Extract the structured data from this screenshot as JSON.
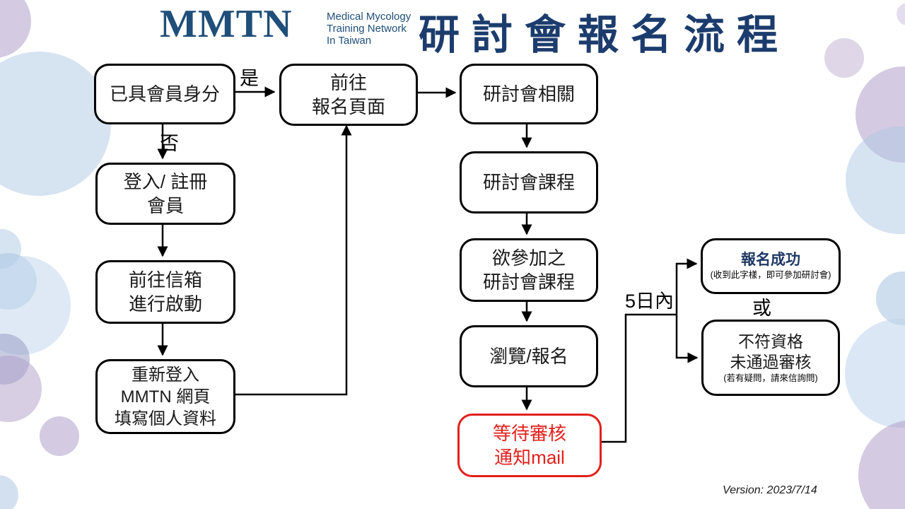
{
  "header": {
    "logo": {
      "acronym": "MMTN",
      "subtitle_lines": [
        "Medical Mycology",
        "Training Network",
        "In Taiwan"
      ]
    },
    "title": "研討會報名流程"
  },
  "flowchart": {
    "nodes": [
      {
        "id": "already-member",
        "lines": [
          "已具會員身分"
        ]
      },
      {
        "id": "login-register",
        "lines": [
          "登入/ 註冊",
          "會員"
        ]
      },
      {
        "id": "activate-mailbox",
        "lines": [
          "前往信箱",
          "進行啟動"
        ]
      },
      {
        "id": "relogin-fill-profile",
        "lines": [
          "重新登入",
          "MMTN 網頁",
          "填寫個人資料"
        ]
      },
      {
        "id": "goto-registration-page",
        "lines": [
          "前往",
          "報名頁面"
        ]
      },
      {
        "id": "seminar-related",
        "lines": [
          "研討會相關"
        ]
      },
      {
        "id": "seminar-courses",
        "lines": [
          "研討會課程"
        ]
      },
      {
        "id": "desired-seminar-courses",
        "lines": [
          "欲參加之",
          "研討會課程"
        ]
      },
      {
        "id": "browse-register",
        "lines": [
          "瀏覽/報名"
        ]
      },
      {
        "id": "wait-review-mail",
        "lines": [
          "等待審核",
          "通知mail"
        ]
      },
      {
        "id": "registration-success",
        "title": "報名成功",
        "note": "(收到此字樣，即可參加研討會)"
      },
      {
        "id": "not-qualified",
        "lines": [
          "不符資格",
          "未通過審核"
        ],
        "note": "(若有疑問，請來信詢問)"
      }
    ],
    "labels": {
      "yes": "是",
      "no": "否",
      "within_days": "5日內",
      "or": "或"
    },
    "edges": [
      {
        "from": "already-member",
        "to": "goto-registration-page",
        "label": "是"
      },
      {
        "from": "already-member",
        "to": "login-register",
        "label": "否"
      },
      {
        "from": "login-register",
        "to": "activate-mailbox",
        "label": ""
      },
      {
        "from": "activate-mailbox",
        "to": "relogin-fill-profile",
        "label": ""
      },
      {
        "from": "relogin-fill-profile",
        "to": "goto-registration-page",
        "label": ""
      },
      {
        "from": "goto-registration-page",
        "to": "seminar-related",
        "label": ""
      },
      {
        "from": "seminar-related",
        "to": "seminar-courses",
        "label": ""
      },
      {
        "from": "seminar-courses",
        "to": "desired-seminar-courses",
        "label": ""
      },
      {
        "from": "desired-seminar-courses",
        "to": "browse-register",
        "label": ""
      },
      {
        "from": "browse-register",
        "to": "wait-review-mail",
        "label": ""
      },
      {
        "from": "wait-review-mail",
        "to": "registration-success",
        "label": "5日內"
      },
      {
        "from": "wait-review-mail",
        "to": "not-qualified",
        "label": "5日內"
      }
    ]
  },
  "footer": {
    "version": "Version: 2023/7/14"
  },
  "colors": {
    "title_navy": "#1c3c6d",
    "logo_blue": "#1f4e79",
    "alert_red": "#e2201c",
    "line_black": "#000000"
  }
}
